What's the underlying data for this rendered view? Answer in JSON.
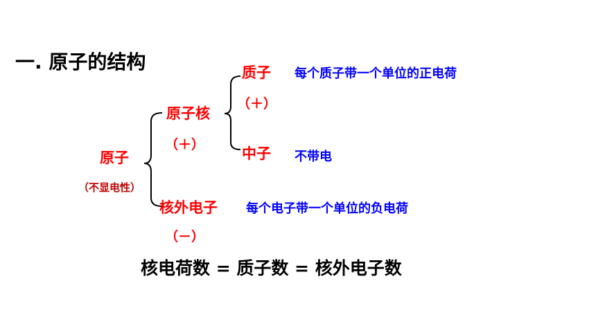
{
  "title": "一. 原子的结构",
  "atom": {
    "label": "原子",
    "note": "（不显电性）"
  },
  "nucleus": {
    "label": "原子核",
    "charge": "（＋）"
  },
  "proton": {
    "label": "质子",
    "charge": "（＋）",
    "desc": "每个质子带一个单位的正电荷"
  },
  "neutron": {
    "label": "中子",
    "desc": "不带电"
  },
  "electron": {
    "label": "核外电子",
    "charge": "（－）",
    "desc": "每个电子带一个单位的负电荷"
  },
  "equation": "核电荷数 = 质子数 = 核外电子数",
  "colors": {
    "label_red": "#ff0000",
    "desc_blue": "#0000ff",
    "note_maroon": "#c00000",
    "text_black": "#000000"
  }
}
